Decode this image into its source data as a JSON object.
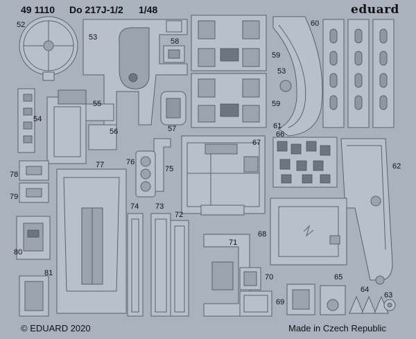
{
  "header": {
    "set_number": "49 1110",
    "title": "Do 217J-1/2",
    "scale": "1/48",
    "brand": "eduard"
  },
  "footer": {
    "copyright": "© EDUARD 2020",
    "origin": "Made in Czech Republic"
  },
  "part_numbers": {
    "p52": "52",
    "p53a": "53",
    "p53b": "53",
    "p54": "54",
    "p55": "55",
    "p56": "56",
    "p57": "57",
    "p58": "58",
    "p59a": "59",
    "p59b": "59",
    "p60": "60",
    "p61": "61",
    "p62": "62",
    "p63": "63",
    "p64": "64",
    "p65": "65",
    "p66": "66",
    "p67": "67",
    "p68": "68",
    "p69": "69",
    "p70": "70",
    "p71": "71",
    "p72": "72",
    "p73": "73",
    "p74": "74",
    "p75": "75",
    "p76": "76",
    "p77": "77",
    "p78": "78",
    "p79": "79",
    "p80": "80",
    "p81": "81"
  },
  "colors": {
    "fret_background": "#a9b2bd",
    "part_fill": "#b8c0ca",
    "part_outline": "#5d6670",
    "cutout": "#8e97a2"
  }
}
